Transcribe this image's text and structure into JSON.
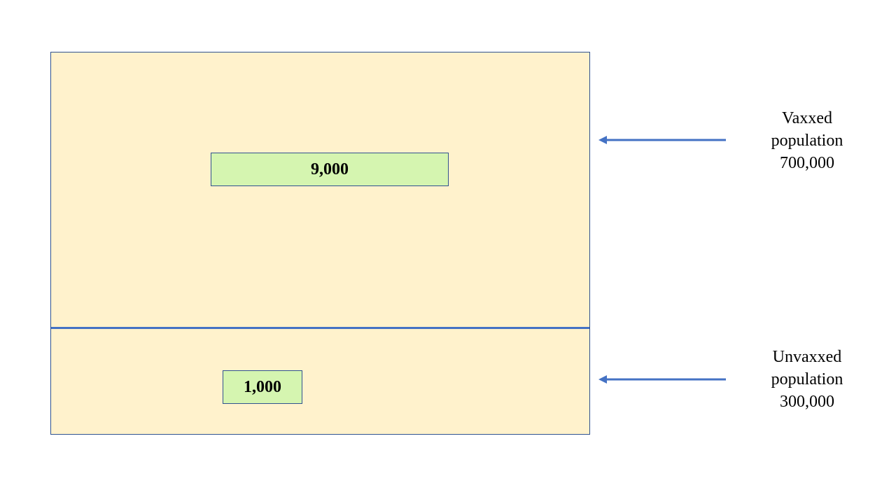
{
  "vaxxed": {
    "count": "9,000",
    "label_line1": "Vaxxed",
    "label_line2": "population",
    "label_line3": "700,000"
  },
  "unvaxxed": {
    "count": "1,000",
    "label_line1": "Unvaxxed",
    "label_line2": "population",
    "label_line3": "300,000"
  },
  "colors": {
    "population_fill": "#fff2cc",
    "count_fill": "#d5f5b0",
    "line_blue": "#4472c4",
    "border_blue": "#2f528f"
  }
}
